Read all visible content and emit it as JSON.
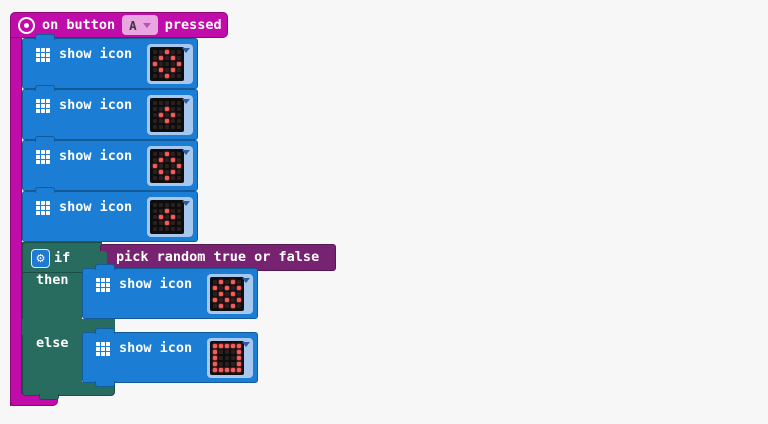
{
  "colors": {
    "workspace_bg": "#f7f7f8",
    "event_fill": "#c00ca8",
    "basic_fill": "#1b7dd3",
    "logic_fill": "#286b5f",
    "math_fill": "#772371",
    "dropdown_pill_bg": "#eaa6e1",
    "dropdown_pill_text": "#403440",
    "dropdown_pill_arrow": "#c04fb2",
    "led_field_bg": "#a6c8ee",
    "led_bg": "#0d0d0d",
    "led_on": "#f55c5c",
    "led_off": "#2a2020",
    "led_arrow": "#2e5d9e"
  },
  "icons": {
    "gear": "⚙"
  },
  "event_block": {
    "text_before": "on button",
    "button": "A",
    "text_after": "pressed"
  },
  "stack_blocks": [
    {
      "label": "show icon",
      "icon": "diamond",
      "pattern": [
        [
          0,
          0,
          1,
          0,
          0
        ],
        [
          0,
          1,
          0,
          1,
          0
        ],
        [
          1,
          0,
          0,
          0,
          1
        ],
        [
          0,
          1,
          0,
          1,
          0
        ],
        [
          0,
          0,
          1,
          0,
          0
        ]
      ]
    },
    {
      "label": "show icon",
      "icon": "small-diamond",
      "pattern": [
        [
          0,
          0,
          0,
          0,
          0
        ],
        [
          0,
          0,
          1,
          0,
          0
        ],
        [
          0,
          1,
          0,
          1,
          0
        ],
        [
          0,
          0,
          1,
          0,
          0
        ],
        [
          0,
          0,
          0,
          0,
          0
        ]
      ]
    },
    {
      "label": "show icon",
      "icon": "diamond",
      "pattern": [
        [
          0,
          0,
          1,
          0,
          0
        ],
        [
          0,
          1,
          0,
          1,
          0
        ],
        [
          1,
          0,
          0,
          0,
          1
        ],
        [
          0,
          1,
          0,
          1,
          0
        ],
        [
          0,
          0,
          1,
          0,
          0
        ]
      ]
    },
    {
      "label": "show icon",
      "icon": "small-diamond",
      "pattern": [
        [
          0,
          0,
          0,
          0,
          0
        ],
        [
          0,
          0,
          1,
          0,
          0
        ],
        [
          0,
          1,
          0,
          1,
          0
        ],
        [
          0,
          0,
          1,
          0,
          0
        ],
        [
          0,
          0,
          0,
          0,
          0
        ]
      ]
    }
  ],
  "if_block": {
    "if_label": "if",
    "then_label": "then",
    "else_label": "else",
    "condition_label": "pick random true or false",
    "then_block": {
      "label": "show icon",
      "icon": "chessboard",
      "pattern": [
        [
          0,
          1,
          0,
          1,
          0
        ],
        [
          1,
          0,
          1,
          0,
          1
        ],
        [
          0,
          1,
          0,
          1,
          0
        ],
        [
          1,
          0,
          1,
          0,
          1
        ],
        [
          0,
          1,
          0,
          1,
          0
        ]
      ]
    },
    "else_block": {
      "label": "show icon",
      "icon": "square",
      "pattern": [
        [
          1,
          1,
          1,
          1,
          1
        ],
        [
          1,
          0,
          0,
          0,
          1
        ],
        [
          1,
          0,
          0,
          0,
          1
        ],
        [
          1,
          0,
          0,
          0,
          1
        ],
        [
          1,
          1,
          1,
          1,
          1
        ]
      ]
    }
  }
}
